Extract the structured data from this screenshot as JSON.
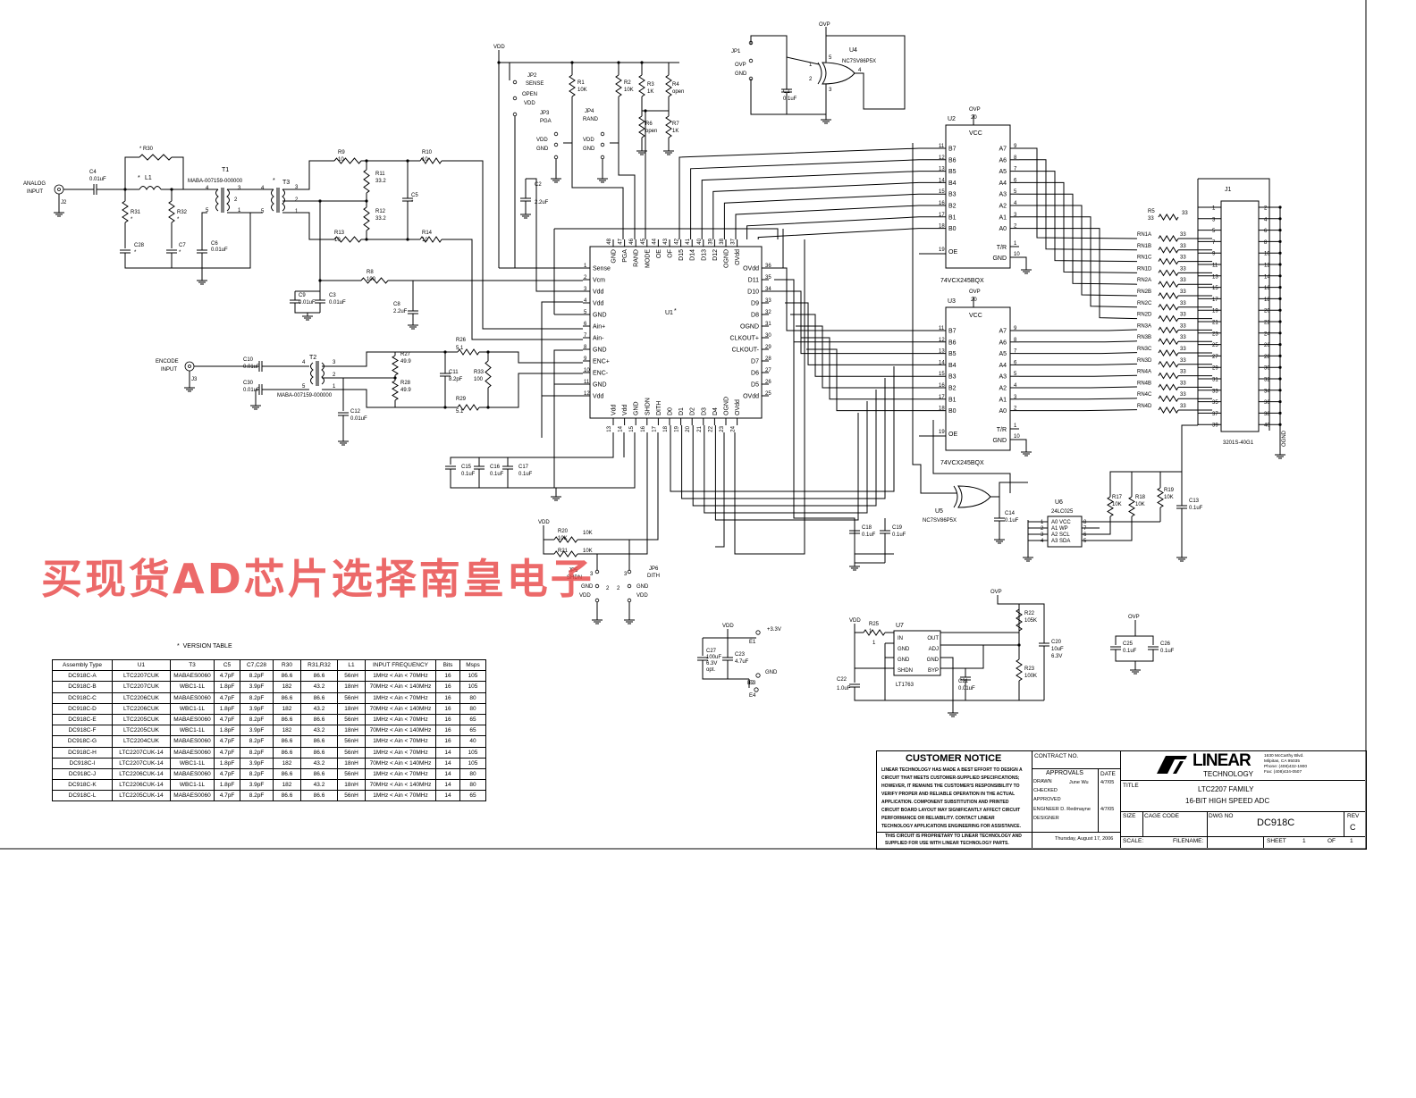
{
  "watermark": "买现货AD芯片选择南皇电子",
  "nets": {
    "vdd": "VDD",
    "ovp": "OVP",
    "gnd": "GND",
    "v33": "+3.3V"
  },
  "labels": {
    "analog_input": [
      "ANALOG",
      "INPUT"
    ],
    "encode_input": [
      "ENCODE",
      "INPUT"
    ],
    "jp2": [
      "JP2",
      "SENSE",
      "OPEN",
      "VDD"
    ],
    "jp3": [
      "JP3",
      "PGA"
    ],
    "jp4": [
      "JP4",
      "RAND"
    ],
    "jp5": [
      "JP5",
      "SHDN"
    ],
    "jp6": [
      "JP6",
      "DITH"
    ],
    "jp1": "JP1",
    "u1": "U1",
    "u2": "U2",
    "u3": "U3",
    "u4": "U4",
    "u4_part": "NC7SV86P5X",
    "u5": "U5",
    "u5_part": "NC7SV86P5X",
    "u6": "U6",
    "u6_part": "24LC025",
    "u7": "U7",
    "u7_part": "LT1763",
    "buffer_part": "74VCX245BQX",
    "j1": "J1",
    "j1_part": "3201S-40G1",
    "j1_ognd": "OGND",
    "t1": "T1",
    "t1_part": "MABA-007159-000000",
    "t2": "T2",
    "t2_part": "MABA-007159-000000",
    "t3": "T3",
    "e1": "E1",
    "e2": "E2",
    "e3": "E3",
    "e4": "E4",
    "j2": "J2",
    "j3": "J3"
  },
  "u1_pins_left": [
    "Sense",
    "Vcm",
    "Vdd",
    "Vdd",
    "GND",
    "Ain+",
    "Ain-",
    "GND",
    "ENC+",
    "ENC-",
    "GND",
    "Vdd"
  ],
  "u1_pins_top": [
    "GND",
    "PGA",
    "RAND",
    "MODE",
    "OE",
    "OF",
    "D15",
    "D14",
    "D13",
    "D12",
    "OGND",
    "OVdd"
  ],
  "u1_pins_right": [
    "OVdd",
    "D11",
    "D10",
    "D9",
    "D8",
    "OGND",
    "CLKOUT+",
    "CLKOUT-",
    "D7",
    "D6",
    "D5",
    "OVdd"
  ],
  "u1_pins_bottom": [
    "Vdd",
    "Vdd",
    "GND",
    "SHDN",
    "DITH",
    "D0",
    "D1",
    "D2",
    "D3",
    "D4",
    "OGND",
    "OVdd"
  ],
  "u1_nums_left": [
    "1",
    "2",
    "3",
    "4",
    "5",
    "6",
    "7",
    "8",
    "9",
    "10",
    "11",
    "12"
  ],
  "u1_nums_top": [
    "48",
    "47",
    "46",
    "45",
    "44",
    "43",
    "42",
    "41",
    "40",
    "39",
    "38",
    "37"
  ],
  "u1_nums_right": [
    "36",
    "35",
    "34",
    "33",
    "32",
    "31",
    "30",
    "29",
    "28",
    "27",
    "26",
    "25"
  ],
  "u1_nums_bottom": [
    "13",
    "14",
    "15",
    "16",
    "17",
    "18",
    "19",
    "20",
    "21",
    "22",
    "23",
    "24"
  ],
  "buf_left": [
    "B7",
    "B6",
    "B5",
    "B4",
    "B3",
    "B2",
    "B1",
    "B0"
  ],
  "buf_right": [
    "A7",
    "A6",
    "A5",
    "A4",
    "A3",
    "A2",
    "A1",
    "A0"
  ],
  "buf_left_nums": [
    "11",
    "12",
    "13",
    "14",
    "15",
    "16",
    "17",
    "18"
  ],
  "buf_right_nums": [
    "9",
    "8",
    "7",
    "6",
    "5",
    "4",
    "3",
    "2"
  ],
  "buf_misc": [
    "VCC",
    "20",
    "T/R",
    "GND",
    "OE",
    "19",
    "1",
    "10"
  ],
  "rn_labels": [
    "RN1A",
    "RN1B",
    "RN1C",
    "RN1D",
    "RN2A",
    "RN2B",
    "RN2C",
    "RN2D",
    "RN3A",
    "RN3B",
    "RN3C",
    "RN3D",
    "RN4A",
    "RN4B",
    "RN4C",
    "RN4D"
  ],
  "rn_value": "33",
  "j1_left": [
    "1",
    "3",
    "5",
    "7",
    "9",
    "11",
    "13",
    "15",
    "17",
    "19",
    "21",
    "23",
    "25",
    "27",
    "29",
    "31",
    "33",
    "35",
    "37",
    "39"
  ],
  "j1_right": [
    "2",
    "4",
    "6",
    "8",
    "10",
    "12",
    "14",
    "16",
    "18",
    "20",
    "22",
    "24",
    "26",
    "28",
    "30",
    "32",
    "34",
    "36",
    "38",
    "40"
  ],
  "u6_pins": [
    "A0 VCC",
    "A1  WP",
    "A2 SCL",
    "A3 SDA"
  ],
  "u7_pins": [
    "IN",
    "OUT",
    "GND",
    "ADJ",
    "GND",
    "GND",
    "SHDN",
    "BYP"
  ],
  "components": {
    "R30": [
      "R30",
      "*"
    ],
    "L1": [
      "L1",
      "*"
    ],
    "C4": [
      "C4",
      "0.01uF"
    ],
    "R31": [
      "R31",
      "*"
    ],
    "R32": [
      "R32",
      "*"
    ],
    "C28": [
      "C28",
      "*"
    ],
    "C7": [
      "C7",
      "*"
    ],
    "C6": [
      "C6",
      "0.01uF"
    ],
    "R9": [
      "R9",
      "10"
    ],
    "R10": [
      "R10",
      "10"
    ],
    "R11": [
      "R11",
      "33.2"
    ],
    "R12": [
      "R12",
      "33.2"
    ],
    "R13": [
      "R13",
      "10"
    ],
    "R14": [
      "R14",
      "10"
    ],
    "C5": [
      "C5",
      "*"
    ],
    "R8": [
      "R8",
      "100"
    ],
    "C9": [
      "C9",
      "0.01uF"
    ],
    "C3": [
      "C3",
      "0.01uF"
    ],
    "C8": [
      "C8",
      "2.2uF"
    ],
    "C2": [
      "C2",
      "2.2uF"
    ],
    "R1": [
      "R1",
      "10K"
    ],
    "R2": [
      "R2",
      "10K"
    ],
    "R3": [
      "R3",
      "1K"
    ],
    "R4": [
      "R4",
      "open"
    ],
    "R6": [
      "R6",
      "open"
    ],
    "R7": [
      "R7",
      "1K"
    ],
    "C1": [
      "C1",
      "0.1uF"
    ],
    "R5": [
      "R5",
      "33"
    ],
    "C10": [
      "C10",
      "0.01uF"
    ],
    "C30": [
      "C30",
      "0.01uF"
    ],
    "R27": [
      "R27",
      "49.9"
    ],
    "R28": [
      "R28",
      "49.9"
    ],
    "R26": [
      "R26",
      "5.1"
    ],
    "R29": [
      "R29",
      "5.1"
    ],
    "C11": [
      "C11",
      "8.2pF"
    ],
    "R33": [
      "R33",
      "100"
    ],
    "C12": [
      "C12",
      "0.01uF"
    ],
    "C15": [
      "C15",
      "0.1uF"
    ],
    "C16": [
      "C16",
      "0.1uF"
    ],
    "C17": [
      "C17",
      "0.1uF"
    ],
    "R20": [
      "R20",
      "10K"
    ],
    "R21": [
      "R21",
      "10K"
    ],
    "C18": [
      "C18",
      "0.1uF"
    ],
    "C19": [
      "C19",
      "0.1uF"
    ],
    "C14": [
      "C14",
      "0.1uF"
    ],
    "R17": [
      "R17",
      "10K"
    ],
    "R18": [
      "R18",
      "10K"
    ],
    "R19": [
      "R19",
      "10K"
    ],
    "C13": [
      "C13",
      "0.1uF"
    ],
    "C27": [
      "C27",
      "100uF",
      "6.3V",
      "opt."
    ],
    "C23": [
      "C23",
      "4.7uF"
    ],
    "R25": [
      "R25",
      "1"
    ],
    "C22": [
      "C22",
      "1.0uF"
    ],
    "C21": [
      "C21",
      "0.01uF"
    ],
    "R22": [
      "R22",
      "105K"
    ],
    "R23": [
      "R23",
      "100K"
    ],
    "C20": [
      "C20",
      "10uF",
      "6.3V"
    ],
    "C25": [
      "C25",
      "0.1uF"
    ],
    "C26": [
      "C26",
      "0.1uF"
    ]
  },
  "version_table": {
    "title": "VERSION TABLE",
    "headers": [
      "Assembly Type",
      "U1",
      "T3",
      "C5",
      "C7,C28",
      "R30",
      "R31,R32",
      "L1",
      "INPUT FREQUENCY",
      "Bits",
      "Msps"
    ],
    "rows": [
      [
        "DC918C-A",
        "LTC2207CUK",
        "MABAES0060",
        "4.7pF",
        "8.2pF",
        "86.6",
        "86.6",
        "56nH",
        "1MHz < Ain < 70MHz",
        "16",
        "105"
      ],
      [
        "DC918C-B",
        "LTC2207CUK",
        "WBC1-1L",
        "1.8pF",
        "3.9pF",
        "182",
        "43.2",
        "18nH",
        "70MHz < Ain < 140MHz",
        "16",
        "105"
      ],
      [
        "DC918C-C",
        "LTC2206CUK",
        "MABAES0060",
        "4.7pF",
        "8.2pF",
        "86.6",
        "86.6",
        "56nH",
        "1MHz < Ain < 70MHz",
        "16",
        "80"
      ],
      [
        "DC918C-D",
        "LTC2206CUK",
        "WBC1-1L",
        "1.8pF",
        "3.9pF",
        "182",
        "43.2",
        "18nH",
        "70MHz < Ain < 140MHz",
        "16",
        "80"
      ],
      [
        "DC918C-E",
        "LTC2205CUK",
        "MABAES0060",
        "4.7pF",
        "8.2pF",
        "86.6",
        "86.6",
        "56nH",
        "1MHz < Ain < 70MHz",
        "16",
        "65"
      ],
      [
        "DC918C-F",
        "LTC2205CUK",
        "WBC1-1L",
        "1.8pF",
        "3.9pF",
        "182",
        "43.2",
        "18nH",
        "70MHz < Ain < 140MHz",
        "16",
        "65"
      ],
      [
        "DC918C-G",
        "LTC2204CUK",
        "MABAES0060",
        "4.7pF",
        "8.2pF",
        "86.6",
        "86.6",
        "56nH",
        "1MHz < Ain < 70MHz",
        "16",
        "40"
      ],
      [
        "DC918C-H",
        "LTC2207CUK-14",
        "MABAES0060",
        "4.7pF",
        "8.2pF",
        "86.6",
        "86.6",
        "56nH",
        "1MHz < Ain < 70MHz",
        "14",
        "105"
      ],
      [
        "DC918C-I",
        "LTC2207CUK-14",
        "WBC1-1L",
        "1.8pF",
        "3.9pF",
        "182",
        "43.2",
        "18nH",
        "70MHz < Ain < 140MHz",
        "14",
        "105"
      ],
      [
        "DC918C-J",
        "LTC2206CUK-14",
        "MABAES0060",
        "4.7pF",
        "8.2pF",
        "86.6",
        "86.6",
        "56nH",
        "1MHz < Ain < 70MHz",
        "14",
        "80"
      ],
      [
        "DC918C-K",
        "LTC2206CUK-14",
        "WBC1-1L",
        "1.8pF",
        "3.9pF",
        "182",
        "43.2",
        "18nH",
        "70MHz < Ain < 140MHz",
        "14",
        "80"
      ],
      [
        "DC918C-L",
        "LTC2205CUK-14",
        "MABAES0060",
        "4.7pF",
        "8.2pF",
        "86.6",
        "86.6",
        "56nH",
        "1MHz < Ain < 70MHz",
        "14",
        "65"
      ]
    ]
  },
  "title_block": {
    "notice_title": "CUSTOMER NOTICE",
    "notice_text": [
      "LINEAR TECHNOLOGY HAS MADE A BEST EFFORT TO DESIGN A",
      "CIRCUIT THAT MEETS CUSTOMER-SUPPLIED SPECIFICATIONS;",
      "HOWEVER, IT REMAINS THE CUSTOMER'S RESPONSIBILITY TO",
      "VERIFY PROPER AND RELIABLE OPERATION IN THE ACTUAL",
      "APPLICATION. COMPONENT SUBSTITUTION AND PRINTED",
      "CIRCUIT BOARD LAYOUT MAY SIGNIFICANTLY AFFECT CIRCUIT",
      "PERFORMANCE OR RELIABILITY. CONTACT LINEAR",
      "TECHNOLOGY APPLICATIONS ENGINEERING FOR ASSISTANCE."
    ],
    "proprietary": [
      "THIS CIRCUIT IS PROPRIETARY TO LINEAR TECHNOLOGY AND",
      "SUPPLIED FOR USE WITH LINEAR TECHNOLOGY PARTS."
    ],
    "contract_no": "CONTRACT NO.",
    "approvals": "APPROVALS",
    "date_header": "DATE",
    "drawn": "DRAWN",
    "drawn_by": "June Wu",
    "drawn_date": "4/7/05",
    "checked": "CHECKED",
    "approved": "APPROVED",
    "engineer": "ENGINEER  D. Redmayne",
    "engineer_date": "4/7/05",
    "designer": "DESIGNER",
    "print_date": "Thursday, August 17, 2006",
    "company_logo": "LINEAR",
    "company_sub": "TECHNOLOGY",
    "address": [
      "1630 McCarthy Blvd.",
      "Milpitas, CA 95035",
      "Phone: (408)432-1900",
      "Fax: (408)434-0507"
    ],
    "title_label": "TITLE",
    "title_line1": "LTC2207 FAMILY",
    "title_line2": "16-BIT HIGH SPEED ADC",
    "size_label": "SIZE",
    "cage_label": "CAGE CODE",
    "dwg_label": "DWG NO",
    "dwg_no": "DC918C",
    "rev_label": "REV",
    "rev": "C",
    "scale_label": "SCALE:",
    "filename_label": "FILENAME:",
    "sheet_label": "SHEET",
    "sheet_no": "1",
    "of_label": "OF",
    "sheet_total": "1"
  }
}
